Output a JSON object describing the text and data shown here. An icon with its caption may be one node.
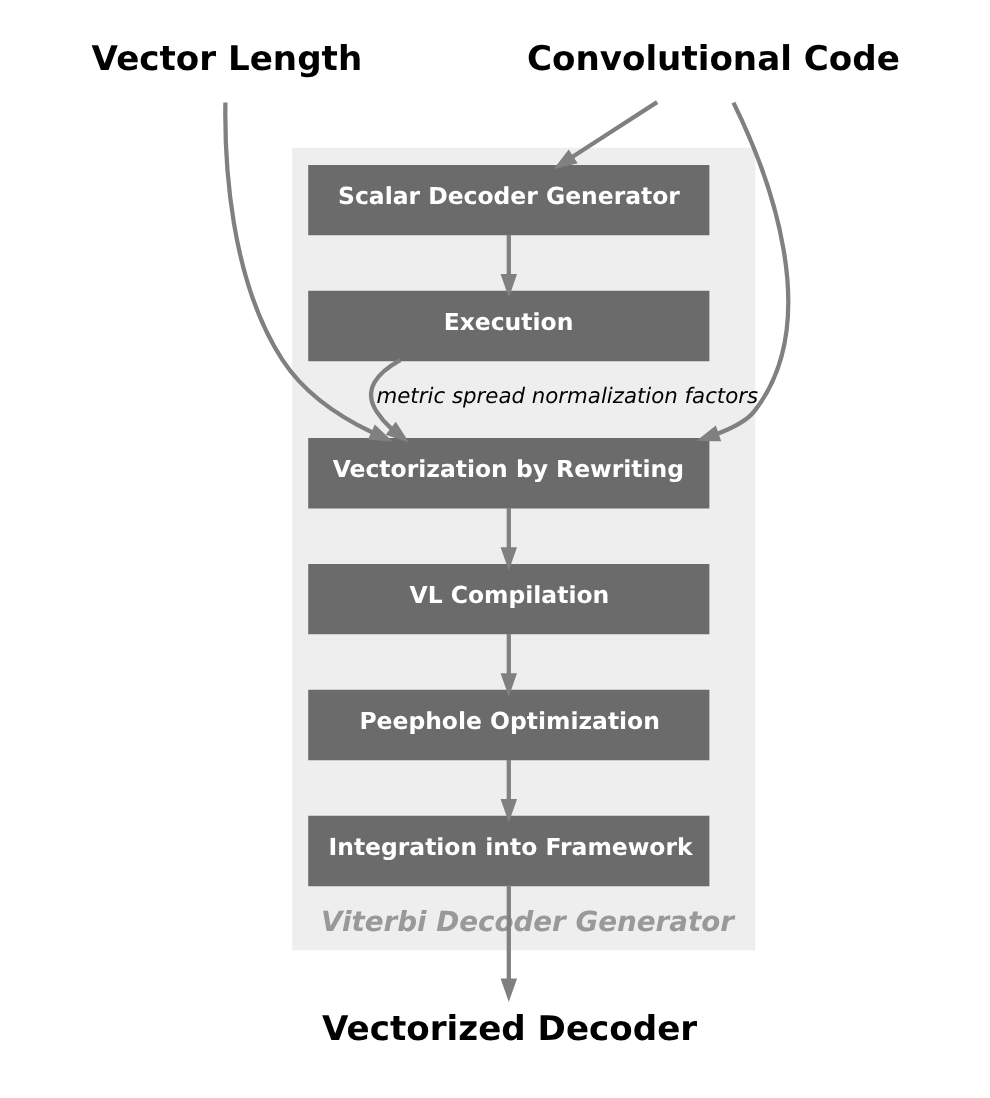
{
  "diagram": {
    "nodes": [
      {
        "text": [
          "Viterbi Decoder Generator"
        ]
      },
      {
        "text": [
          "Vector Length"
        ]
      },
      {
        "text": [
          "Convolutional Code"
        ]
      },
      {
        "text": [
          "Scalar Decoder Generator"
        ],
        "in": 0
      },
      {
        "text": [
          "Execution"
        ],
        "in": 0
      },
      {
        "text": [
          "Vectorization by Rewriting"
        ],
        "in": 0
      },
      {
        "text": [
          "VL Compilation"
        ],
        "in": 0
      },
      {
        "text": [
          "Peephole Optimization"
        ],
        "in": 0
      },
      {
        "text": [
          "Integration into Framework"
        ],
        "in": 0
      },
      {
        "text": [
          "Vectorized Decoder"
        ]
      }
    ],
    "edges": [
      {
        "from": 1,
        "to": 5,
        "arrow": "to"
      },
      {
        "from": 2,
        "to": 5,
        "arrow": "to"
      },
      {
        "from": 2,
        "to": 3,
        "arrow": "to"
      },
      {
        "from": 3,
        "to": 4,
        "arrow": "to"
      },
      {
        "from": 4,
        "to": 5,
        "arrow": "to",
        "label": "metric spread normalization factors"
      },
      {
        "from": 5,
        "to": 6,
        "arrow": "to"
      },
      {
        "from": 6,
        "to": 7,
        "arrow": "to"
      },
      {
        "from": 7,
        "to": 8,
        "arrow": "to"
      },
      {
        "from": 8,
        "to": 9,
        "arrow": "to"
      }
    ]
  }
}
